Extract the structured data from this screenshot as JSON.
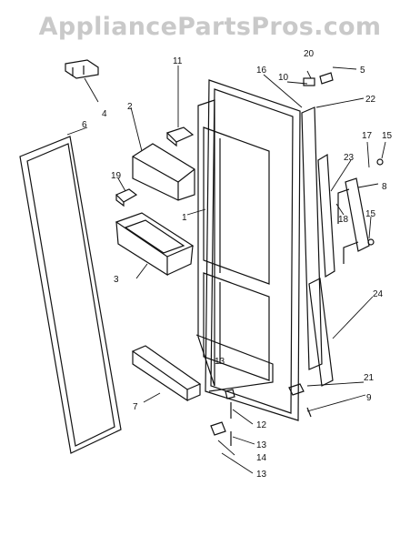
{
  "watermark": "AppliancePartsPros.com",
  "callouts": [
    "1",
    "2",
    "3",
    "4",
    "5",
    "6",
    "7",
    "8",
    "9",
    "10",
    "11",
    "12",
    "13",
    "13",
    "13",
    "14",
    "15",
    "15",
    "16",
    "17",
    "18",
    "19",
    "20",
    "21",
    "22",
    "23",
    "24"
  ],
  "colors": {
    "line": "#111111",
    "watermark": "#c9c9c9"
  }
}
